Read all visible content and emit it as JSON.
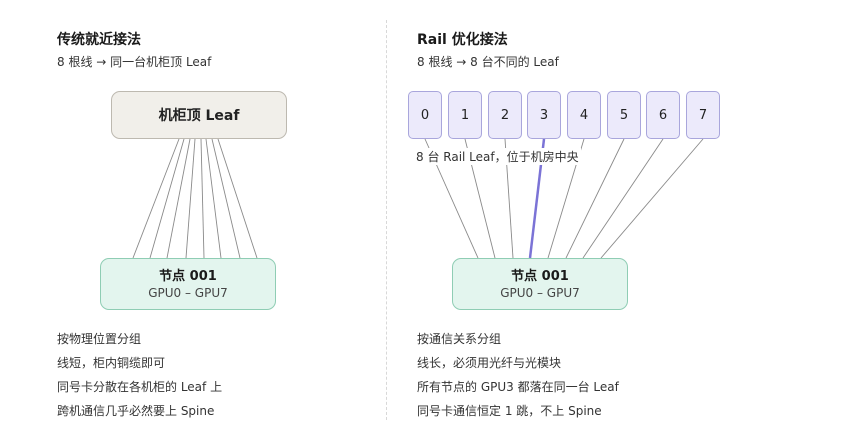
{
  "left": {
    "title": "传统就近接法",
    "subtitle": "8 根线 → 同一台机柜顶 Leaf",
    "leaf_label": "机柜顶 Leaf",
    "node": {
      "title": "节点 001",
      "sub": "GPU0 – GPU7"
    },
    "notes": [
      "按物理位置分组",
      "线短，柜内铜缆即可",
      "同号卡分散在各机柜的 Leaf 上",
      "跨机通信几乎必然要上 Spine"
    ]
  },
  "right": {
    "title": "Rail 优化接法",
    "subtitle": "8 根线 → 8 台不同的 Leaf",
    "rails": [
      "0",
      "1",
      "2",
      "3",
      "4",
      "5",
      "6",
      "7"
    ],
    "rail_note": "8 台 Rail Leaf，位于机房中央",
    "highlight_rail": 3,
    "node": {
      "title": "节点 001",
      "sub": "GPU0 – GPU7"
    },
    "notes": [
      "按通信关系分组",
      "线长，必须用光纤与光模块",
      "所有节点的 GPU3 都落在同一台 Leaf",
      "同号卡通信恒定 1 跳，不上 Spine"
    ]
  },
  "colors": {
    "line": "#8a8a8a",
    "highlight": "#7b73d6"
  }
}
